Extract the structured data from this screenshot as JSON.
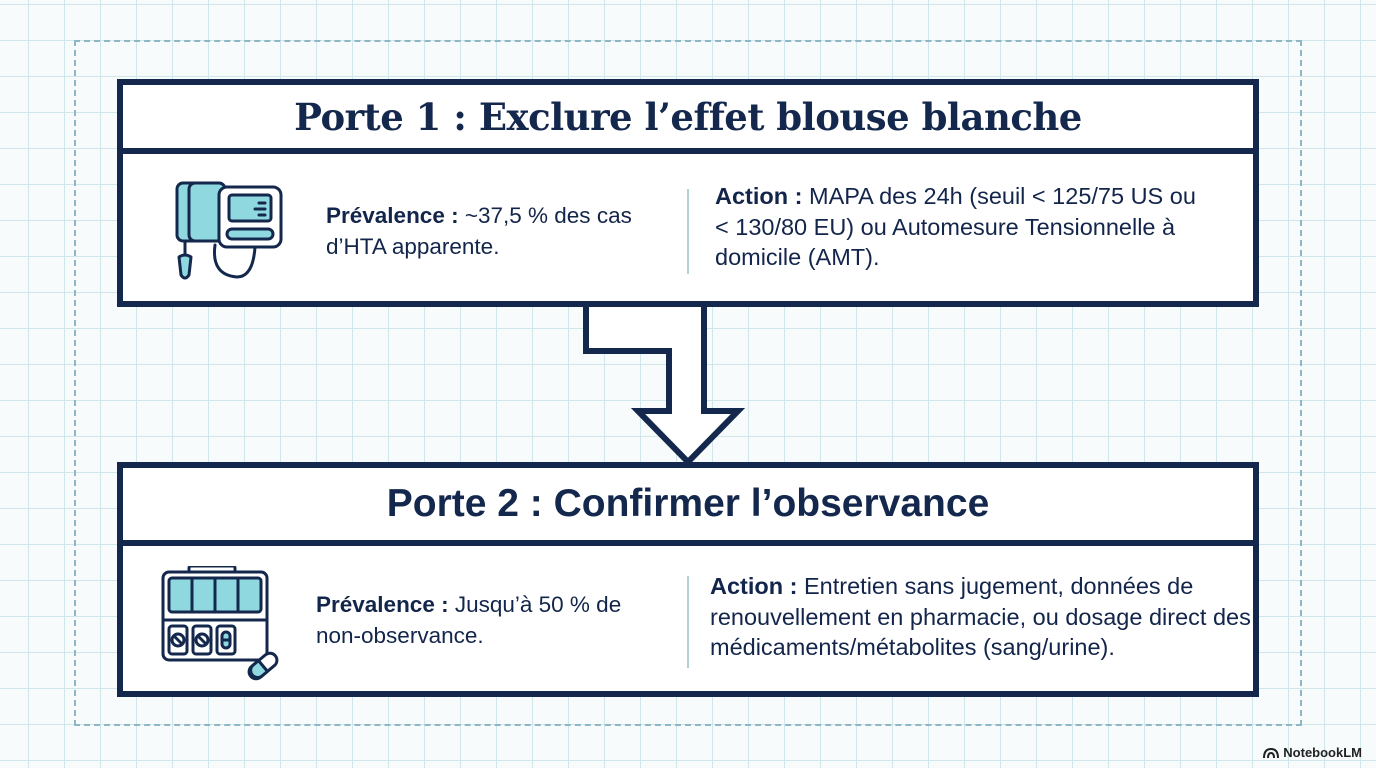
{
  "gates": [
    {
      "title": "Porte 1 : Exclure l’effet blouse blanche",
      "icon": "blood-pressure-monitor-icon",
      "prevalence_label": "Prévalence :",
      "prevalence_text": " ~37,5 % des cas d’HTA apparente.",
      "action_label": "Action :",
      "action_text": " MAPA des 24h (seuil < 125/75 US ou < 130/80 EU) ou Automesure Tensionnelle à domicile (AMT)."
    },
    {
      "title": "Porte 2 : Confirmer l’observance",
      "icon": "pill-organizer-icon",
      "prevalence_label": "Prévalence :",
      "prevalence_text": " Jusqu’à 50 % de non-observance.",
      "action_label": "Action :",
      "action_text": " Entretien sans jugement, données de renouvellement en pharmacie, ou dosage direct des médicaments/métabolites (sang/urine)."
    }
  ],
  "brand": "NotebookLM",
  "colors": {
    "navy": "#14284d",
    "icon_fill": "#8fd8e0",
    "grid": "#cfe6ea",
    "frame": "#8fb6c4"
  }
}
